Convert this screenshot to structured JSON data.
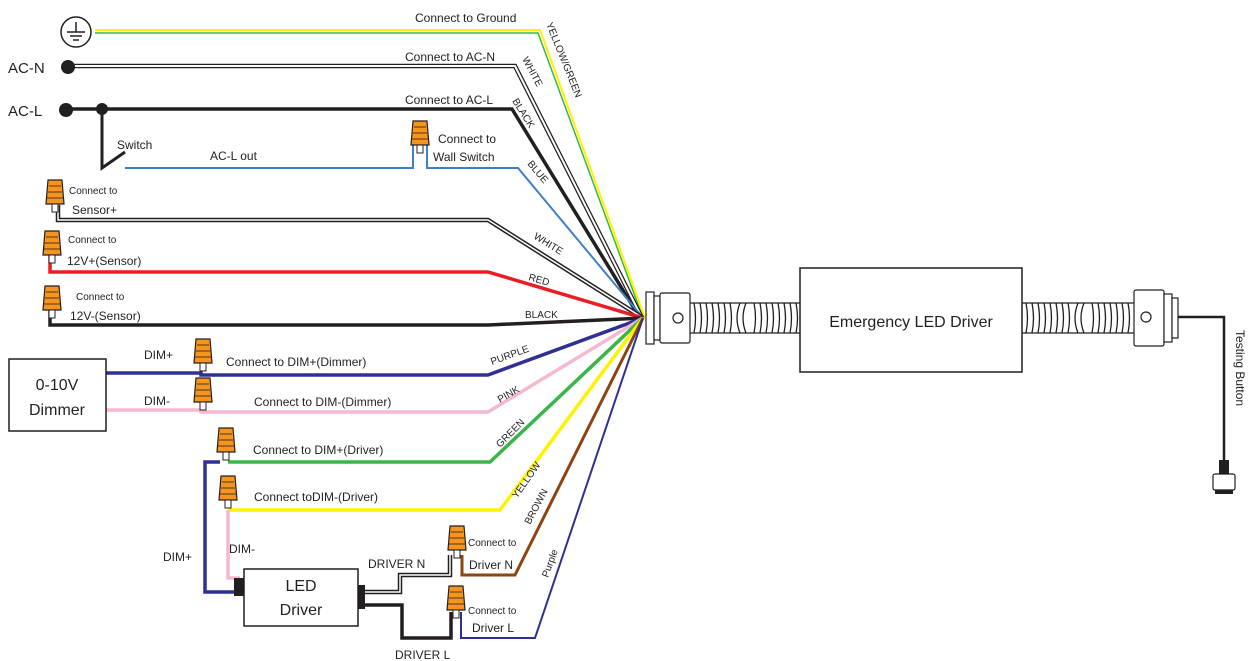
{
  "terminals": {
    "ac_n": "AC-N",
    "ac_l": "AC-L",
    "switch": "Switch"
  },
  "wire_labels": {
    "ground": "Connect to Ground",
    "ac_n": "Connect to AC-N",
    "ac_l": "Connect to AC-L",
    "ac_l_out": "AC-L out",
    "wall_switch_1": "Connect to",
    "wall_switch_2": "Wall Switch",
    "sensor_pos_1": "Connect to",
    "sensor_pos_2": "Sensor+",
    "v12_pos_1": "Connect to",
    "v12_pos_2": "12V+(Sensor)",
    "v12_neg_1": "Connect to",
    "v12_neg_2": "12V-(Sensor)",
    "dim_plus": "DIM+",
    "dim_minus": "DIM-",
    "dim_plus_dimmer": "Connect to DIM+(Dimmer)",
    "dim_minus_dimmer": "Connect to DIM-(Dimmer)",
    "dim_plus_driver": "Connect to DIM+(Driver)",
    "dim_minus_driver": "Connect toDIM-(Driver)",
    "driver_n_label": "DRIVER N",
    "driver_n_conn_1": "Connect to",
    "driver_n_conn_2": "Driver N",
    "driver_l_label": "DRIVER L",
    "driver_l_conn_1": "Connect to",
    "driver_l_conn_2": "Driver L",
    "dim_plus_side": "DIM+",
    "dim_minus_side": "DIM-"
  },
  "wire_colors": {
    "ground": "YELLOW/GREEN",
    "ac_n": "WHITE",
    "ac_l": "BLACK",
    "switch": "BLUE",
    "sensor": "WHITE",
    "v12_pos": "RED",
    "v12_neg": "BLACK",
    "dim_pos": "PURPLE",
    "dim_neg": "PINK",
    "drv_dim_pos": "GREEN",
    "drv_dim_neg": "YELLOW",
    "driver_n": "BROWN",
    "driver_l": "Purple"
  },
  "boxes": {
    "dimmer_1": "0-10V",
    "dimmer_2": "Dimmer",
    "led_driver_1": "LED",
    "led_driver_2": "Driver",
    "emergency": "Emergency LED Driver",
    "testing": "Testing Button"
  },
  "palette": {
    "black": "#231f20",
    "red": "#ed1c24",
    "blue": "#3f7fc8",
    "purple": "#2e3192",
    "pink": "#f5b7d2",
    "green": "#39b54a",
    "yellow": "#fff200",
    "brown": "#8b4513",
    "nut_orange": "#f7941d"
  }
}
